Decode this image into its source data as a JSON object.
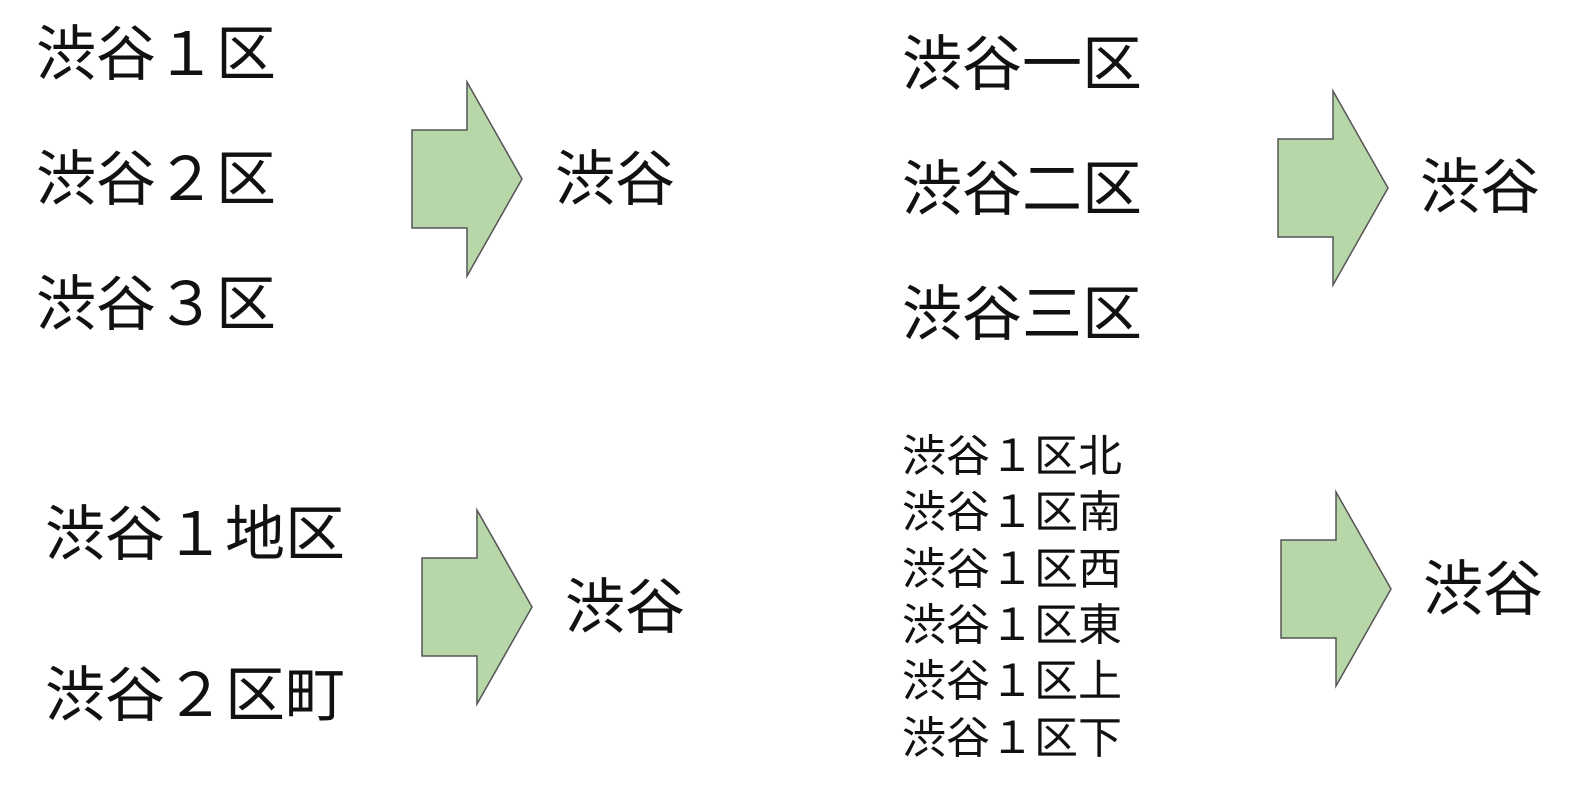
{
  "panels": {
    "top_left": {
      "inputs": [
        "渋谷１区",
        "渋谷２区",
        "渋谷３区"
      ],
      "output": "渋谷"
    },
    "top_right": {
      "inputs": [
        "渋谷一区",
        "渋谷二区",
        "渋谷三区"
      ],
      "output": "渋谷"
    },
    "bottom_left": {
      "inputs": [
        "渋谷１地区",
        "渋谷２区町"
      ],
      "output": "渋谷"
    },
    "bottom_right": {
      "inputs": [
        "渋谷１区北",
        "渋谷１区南",
        "渋谷１区西",
        "渋谷１区東",
        "渋谷１区上",
        "渋谷１区下"
      ],
      "output": "渋谷"
    }
  },
  "colors": {
    "arrow_fill": "#b8d7a8",
    "arrow_stroke": "#555555",
    "text": "#111111"
  },
  "icons": {
    "arrow": "right-block-arrow"
  }
}
